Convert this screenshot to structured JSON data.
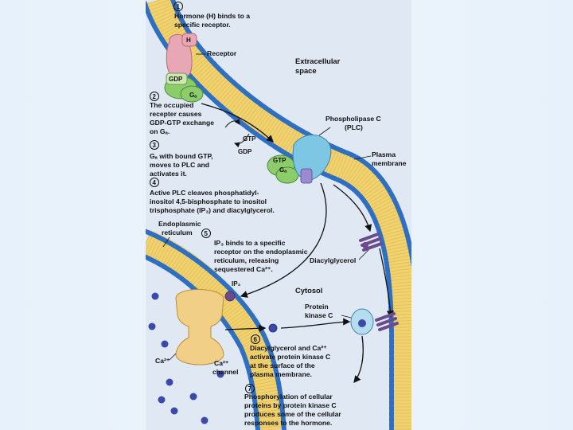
{
  "steps": [
    {
      "num": "1",
      "lines": [
        "Hormone (H) binds to a",
        "specific receptor."
      ]
    },
    {
      "num": "2",
      "lines": [
        "The occupied",
        "recepter causes",
        "GDP-GTP exchange",
        "on Gₐ."
      ]
    },
    {
      "num": "3",
      "lines": [
        "Gₐ with bound GTP,",
        "moves to PLC and",
        "activates it."
      ]
    },
    {
      "num": "4",
      "lines": [
        "Active PLC cleaves phosphatidyl-",
        "inositol 4,5-bisphosphate to inositol",
        "trisphosphate (IP₃) and diacylglycerol."
      ]
    },
    {
      "num": "5",
      "lines": [
        "IP₃ binds to a specific",
        "receptor on the endoplasmic",
        "reticulum, releasing",
        "sequestered Ca²⁺."
      ]
    },
    {
      "num": "6",
      "lines": [
        "Diacylglycerol and Ca²⁺",
        "activate protein kinase C",
        "at the surface of the",
        "plasma membrane."
      ]
    },
    {
      "num": "7",
      "lines": [
        "Phosphorylation of cellular",
        "proteins by protein kinase C",
        "produces some of the cellular",
        "responses to the hormone."
      ]
    }
  ],
  "labels": {
    "hormone": "H",
    "receptor": "Receptor",
    "extracellular": [
      "Extracellular",
      "space"
    ],
    "gdp_top": "GDP",
    "g_alpha": "Gₐ",
    "gtp_mid": "GTP",
    "gdp_mid": "GDP",
    "gtp_bound": "GTP",
    "g_alpha_bound": "Gₐ",
    "plc": [
      "Phospholipase C",
      "(PLC)"
    ],
    "plasma_membrane": [
      "Plasma",
      "membrane"
    ],
    "er": [
      "Endoplasmic",
      "reticulum"
    ],
    "diacylglycerol": "Diacylglycerol",
    "ip3": "IP₃",
    "cytosol": "Cytosol",
    "pkc": [
      "Protein",
      "kinase C"
    ],
    "ca": "Ca²⁺",
    "ca_channel": [
      "Ca²⁺",
      "channel"
    ]
  },
  "colors": {
    "head": "#2f6fc2",
    "lipid": "#f0d270",
    "receptor": "#e8a7b4",
    "g_protein": "#8dcc6a",
    "plc": "#7dc6e4",
    "channel": "#f2cf86",
    "dag": "#6a4b8c",
    "ion": "#3a4aa8"
  }
}
